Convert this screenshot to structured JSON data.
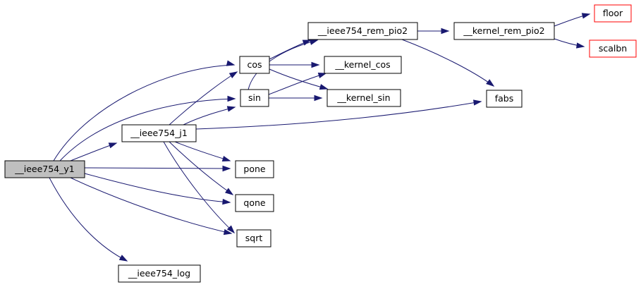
{
  "graph": {
    "colors": {
      "edge": "#191970",
      "root_fill": "#bfbfbf",
      "external_border": "#ff0000"
    },
    "nodes": {
      "y1": "__ieee754_y1",
      "j1": "__ieee754_j1",
      "log": "__ieee754_log",
      "cos": "cos",
      "sin": "sin",
      "pone": "pone",
      "qone": "qone",
      "sqrt": "sqrt",
      "rem_pio2": "__ieee754_rem_pio2",
      "kcos": "__kernel_cos",
      "ksin": "__kernel_sin",
      "fabs": "fabs",
      "krem": "__kernel_rem_pio2",
      "floor": "floor",
      "scalbn": "scalbn"
    },
    "edges": [
      [
        "y1",
        "cos"
      ],
      [
        "y1",
        "sin"
      ],
      [
        "y1",
        "j1"
      ],
      [
        "y1",
        "pone"
      ],
      [
        "y1",
        "qone"
      ],
      [
        "y1",
        "sqrt"
      ],
      [
        "y1",
        "log"
      ],
      [
        "j1",
        "cos"
      ],
      [
        "j1",
        "sin"
      ],
      [
        "j1",
        "fabs"
      ],
      [
        "j1",
        "pone"
      ],
      [
        "j1",
        "qone"
      ],
      [
        "j1",
        "sqrt"
      ],
      [
        "cos",
        "rem_pio2"
      ],
      [
        "cos",
        "kcos"
      ],
      [
        "cos",
        "ksin"
      ],
      [
        "sin",
        "rem_pio2"
      ],
      [
        "sin",
        "kcos"
      ],
      [
        "sin",
        "ksin"
      ],
      [
        "rem_pio2",
        "krem"
      ],
      [
        "rem_pio2",
        "fabs"
      ],
      [
        "krem",
        "floor"
      ],
      [
        "krem",
        "scalbn"
      ]
    ]
  }
}
